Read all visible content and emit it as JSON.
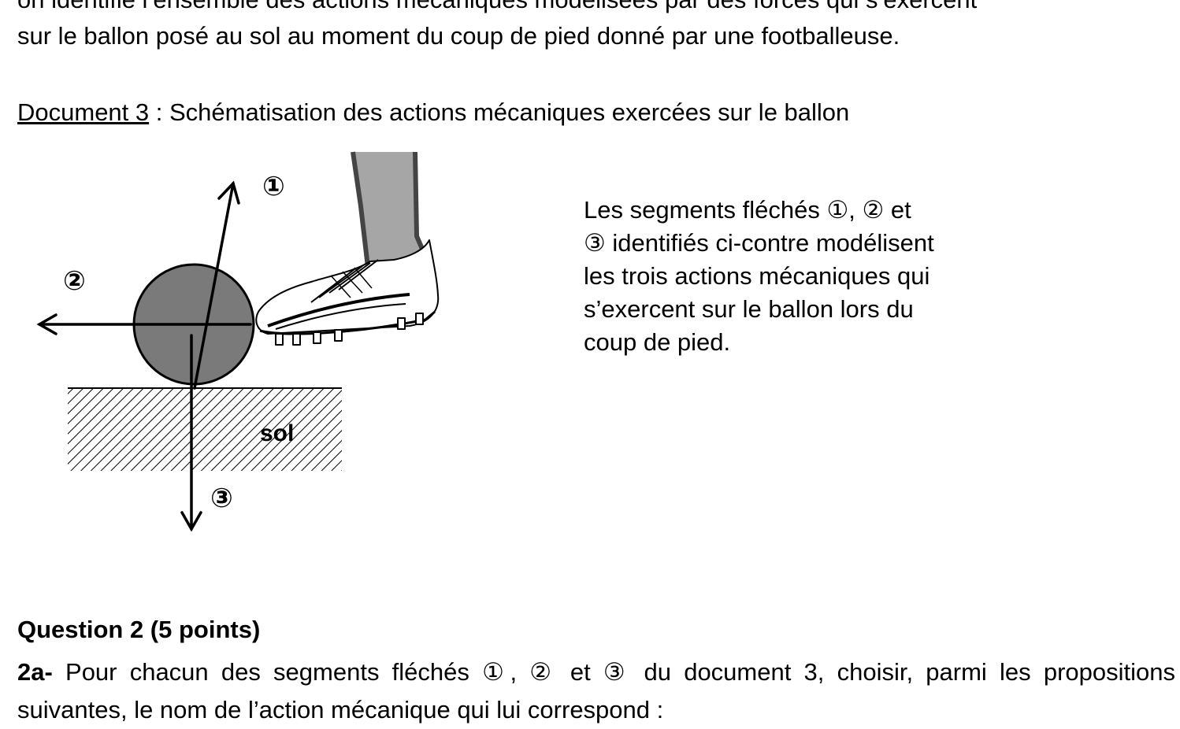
{
  "intro": {
    "line1": "on identifie l’ensemble des actions mécaniques modélisées par des forces qui s’exercent",
    "line2": "sur le ballon posé au sol  au moment du coup de pied donné par une footballeuse."
  },
  "document": {
    "label": "Document 3",
    "title": " : Schématisation des actions mécaniques exercées sur le ballon"
  },
  "figure": {
    "marker1": "①",
    "marker2": "②",
    "marker3": "③",
    "ground_label": "sol",
    "colors": {
      "ball": "#7a7a7a",
      "sock": "#a6a6a6",
      "ink": "#000000"
    }
  },
  "side_text": {
    "line1": "Les segments fléchés ①, ② et",
    "line2": "③ identifiés ci-contre modélisent",
    "line3": "les trois actions mécaniques qui",
    "line4": "s’exercent sur le ballon lors du",
    "line5": "coup de pied."
  },
  "question": {
    "title": "Question 2 (5 points)",
    "part_label": "2a-",
    "part_text": " Pour chacun des segments fléchés ①, ② et ③ du document 3, choisir, parmi les propositions suivantes, le nom de l’action mécanique qui lui correspond :"
  }
}
